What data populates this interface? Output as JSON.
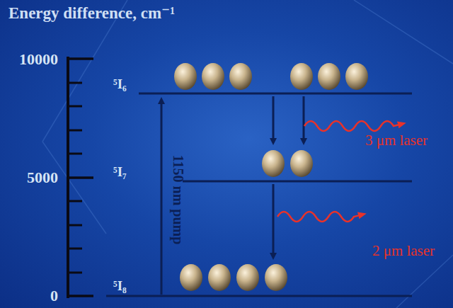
{
  "diagram": {
    "title": "Energy difference, cm⁻¹",
    "labels": [
      "10000",
      "5000",
      "0",
      "⁵I₆",
      "⁵I₇",
      "⁵I₈",
      "1150 nm pump",
      "3 μm laser",
      "2 μm laser"
    ]
  }
}
